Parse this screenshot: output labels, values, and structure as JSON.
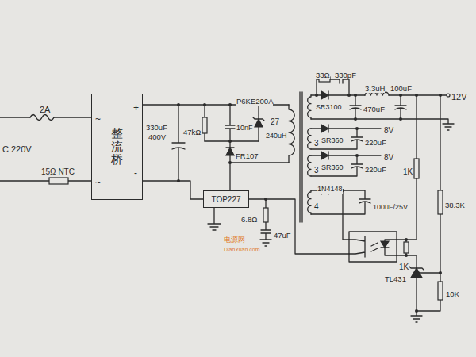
{
  "diagram": {
    "nodes": [
      {
        "text": [
          "整流桥"
        ]
      },
      {
        "text": [
          "TOP227"
        ]
      }
    ],
    "edges": [
      {
        "from": 0,
        "to": 1,
        "arrow": "none"
      }
    ],
    "labels": [
      "2A",
      "C 220V",
      "15Ω NTC",
      "~",
      "+",
      "~",
      "-",
      "330uF",
      "400V",
      "47kΩ",
      "10nF",
      "P6KE200A",
      "FR107",
      "27",
      "240uH",
      "6.8Ω",
      "47uF",
      "33Ω",
      "330pF",
      "SR3100",
      "470uF",
      "3.3uH",
      "100uF",
      "12V",
      "3",
      "SR360",
      "220uF",
      "8V",
      "3",
      "SR360",
      "220uF",
      "8V",
      "4",
      "1N4148",
      "100uF/25V",
      "1K",
      "1K",
      "38.3K",
      "TL431",
      "10K",
      "电源网",
      "DianYuan.com"
    ]
  }
}
